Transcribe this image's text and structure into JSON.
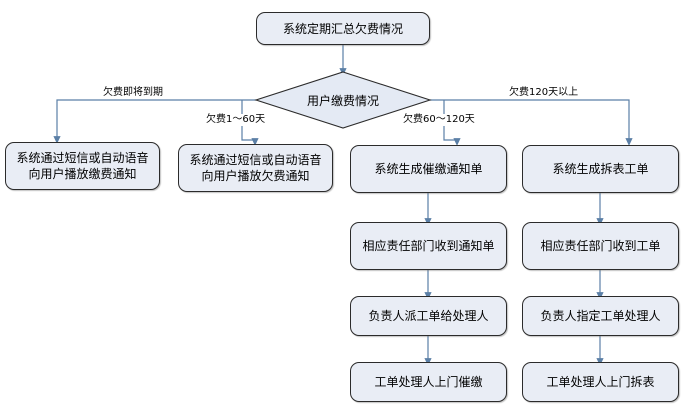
{
  "diagram": {
    "type": "flowchart",
    "title_node": "系统定期汇总欠费情况",
    "decision": "用户缴费情况",
    "edge_labels": {
      "branch1": "欠费即将到期",
      "branch2": "欠费1～60天",
      "branch3": "欠费60～120天",
      "branch4": "欠费120天以上"
    },
    "columns": [
      {
        "name": "column-1",
        "steps": [
          "系统通过短信或自动语音向用户播放缴费通知"
        ]
      },
      {
        "name": "column-2",
        "steps": [
          "系统通过短信或自动语音向用户播放欠费通知"
        ]
      },
      {
        "name": "column-3",
        "steps": [
          "系统生成催缴通知单",
          "相应责任部门收到通知单",
          "负责人派工单给处理人",
          "工单处理人上门催缴"
        ]
      },
      {
        "name": "column-4",
        "steps": [
          "系统生成拆表工单",
          "相应责任部门收到工单",
          "负责人指定工单处理人",
          "工单处理人上门拆表"
        ]
      }
    ],
    "colors": {
      "node_fill": "#e9edf5",
      "node_border": "#2b2b2b",
      "connector": "#5b7fa6",
      "decision_fill": "#e4eaf4",
      "text": "#000000"
    }
  }
}
